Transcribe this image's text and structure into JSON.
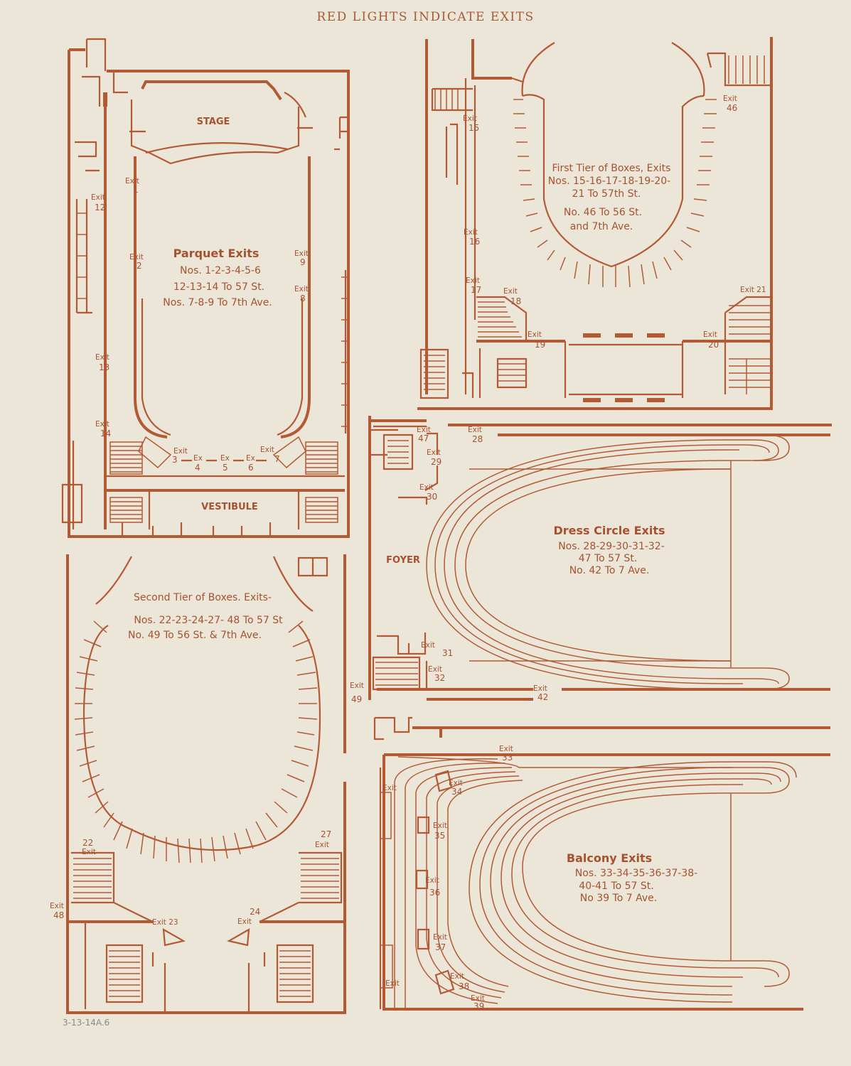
{
  "page_title": "RED LIGHTS INDICATE EXITS",
  "catalog_mark": "3-13-14A.6",
  "colors": {
    "ink": "#b35a35",
    "paper": "#ece6d9"
  },
  "parquet": {
    "room_stage": "STAGE",
    "room_vestibule": "VESTIBULE",
    "title": "Parquet Exits",
    "line1": "Nos. 1-2-3-4-5-6",
    "line2": "12-13-14 To 57 St.",
    "line3": "Nos. 7-8-9 To 7th Ave.",
    "exits": {
      "e1": [
        "Exit",
        "1"
      ],
      "e2": [
        "Exit",
        "2"
      ],
      "e12": [
        "Exit",
        "12"
      ],
      "e13": [
        "Exit",
        "13"
      ],
      "e14": [
        "Exit",
        "14"
      ],
      "e9": [
        "Exit",
        "9"
      ],
      "e8": [
        "Exit",
        "8"
      ],
      "e3": [
        "Exit",
        "3"
      ],
      "e4": [
        "Ex",
        "4"
      ],
      "e5": [
        "Ex",
        "5"
      ],
      "e6": [
        "Ex",
        "6"
      ],
      "e7": [
        "Exit",
        "7"
      ]
    }
  },
  "first_tier": {
    "line1": "First Tier of Boxes, Exits",
    "line2": "Nos. 15-16-17-18-19-20-",
    "line3": "21 To 57th St.",
    "line4": "No. 46 To 56 St.",
    "line5": "and 7th Ave.",
    "exits": {
      "e15": [
        "Exit",
        "15"
      ],
      "e16": [
        "Exit",
        "16"
      ],
      "e17": [
        "Exit",
        "17"
      ],
      "e18": [
        "Exit",
        "18"
      ],
      "e19": [
        "Exit",
        "19"
      ],
      "e20": [
        "Exit",
        "20"
      ],
      "e21": "Exit 21",
      "e46": [
        "Exit",
        "46"
      ]
    }
  },
  "dress_circle": {
    "room_foyer": "FOYER",
    "title": "Dress Circle Exits",
    "line1": "Nos. 28-29-30-31-32-",
    "line2": "47 To 57 St.",
    "line3": "No. 42 To 7 Ave.",
    "exits": {
      "e47": [
        "Exit",
        "47"
      ],
      "e28": [
        "Exit",
        "28"
      ],
      "e29": [
        "Exit",
        "29"
      ],
      "e30": [
        "Exit",
        "30"
      ],
      "e31": [
        "Exit",
        "31"
      ],
      "e32": [
        "Exit",
        "32"
      ],
      "e42": [
        "Exit",
        "42"
      ]
    }
  },
  "second_tier": {
    "line1": "Second Tier of Boxes. Exits-",
    "line2": "Nos. 22-23-24-27- 48 To 57 St",
    "line3": "No. 49 To 56 St. & 7th Ave.",
    "exits": {
      "e49": [
        "Exit",
        "49"
      ],
      "e22": [
        "22",
        "Exit"
      ],
      "e27": [
        "27",
        "Exit"
      ],
      "e48": [
        "Exit",
        "48"
      ],
      "e23": "Exit 23",
      "e24": [
        "24",
        "Exit"
      ]
    }
  },
  "balcony": {
    "title": "Balcony Exits",
    "line1": "Nos. 33-34-35-36-37-38-",
    "line2": "40-41 To 57 St.",
    "line3": "No 39 To 7 Ave.",
    "exits": {
      "e33": [
        "Exit",
        "33"
      ],
      "e34": [
        "Exit",
        "34"
      ],
      "e35": [
        "Exit",
        "35"
      ],
      "e36": [
        "Exit",
        "36"
      ],
      "e37": [
        "Exit",
        "37"
      ],
      "e38": [
        "Exit",
        "38"
      ],
      "e39": [
        "Exit",
        "39"
      ],
      "e_left": "Exit",
      "e_left_bottom": "Exit"
    }
  }
}
